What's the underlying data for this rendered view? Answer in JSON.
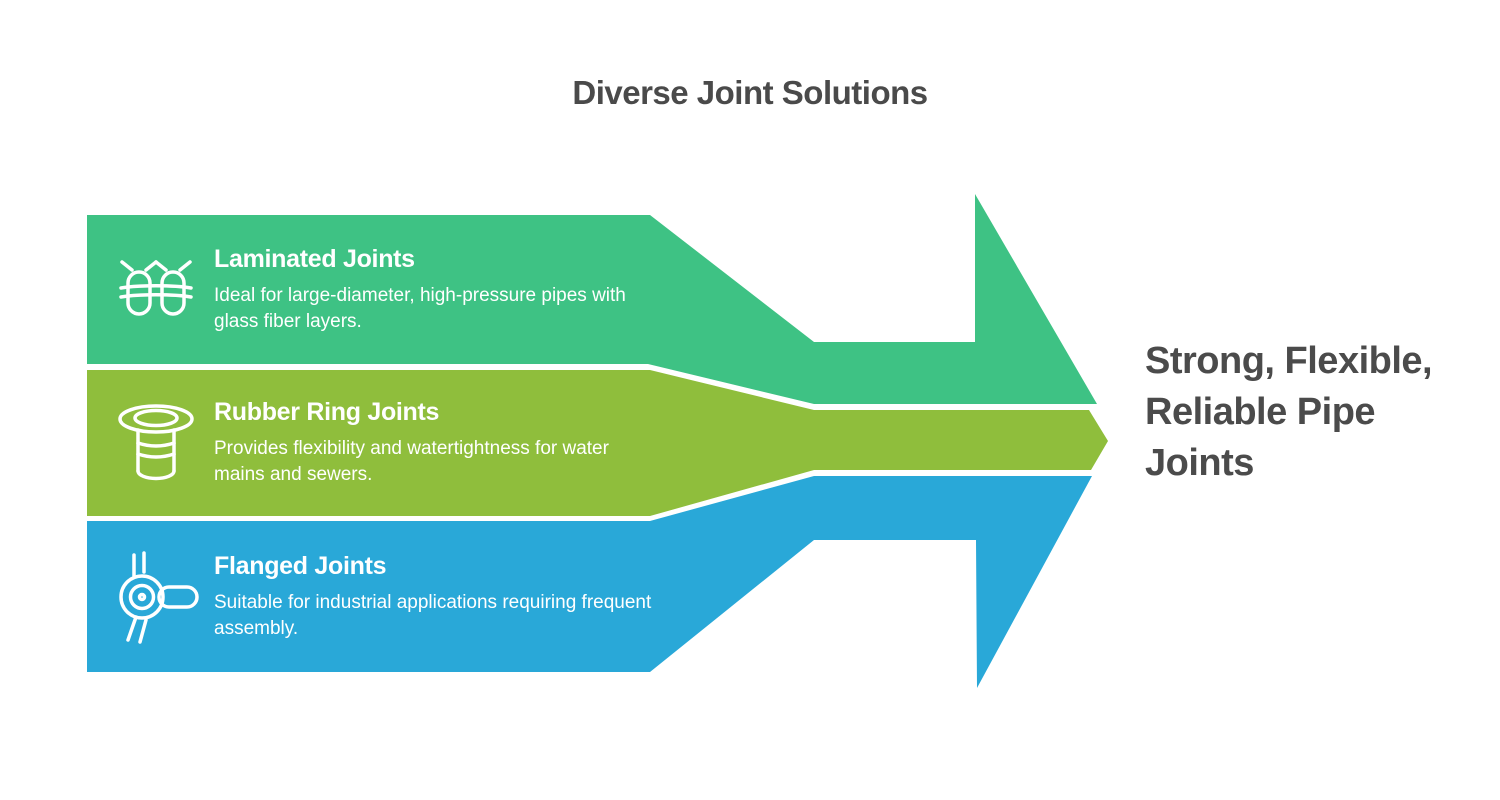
{
  "title": "Diverse Joint Solutions",
  "colors": {
    "green": "#3ec284",
    "olive": "#8fbe3c",
    "blue": "#29a8d8",
    "heading_text": "#4a4a4a",
    "band_text": "#ffffff",
    "background": "#ffffff"
  },
  "bands": [
    {
      "label": "Laminated Joints",
      "description": "Ideal for large-diameter, high-pressure pipes with glass fiber layers.",
      "color": "#3ec284",
      "icon": "laminated-joints-icon"
    },
    {
      "label": "Rubber Ring Joints",
      "description": "Provides flexibility and watertightness for water mains and sewers.",
      "color": "#8fbe3c",
      "icon": "rubber-ring-joints-icon"
    },
    {
      "label": "Flanged Joints",
      "description": "Suitable for industrial applications requiring frequent assembly.",
      "color": "#29a8d8",
      "icon": "flanged-joints-icon"
    }
  ],
  "conclusion": "Strong, Flexible, Reliable Pipe Joints"
}
